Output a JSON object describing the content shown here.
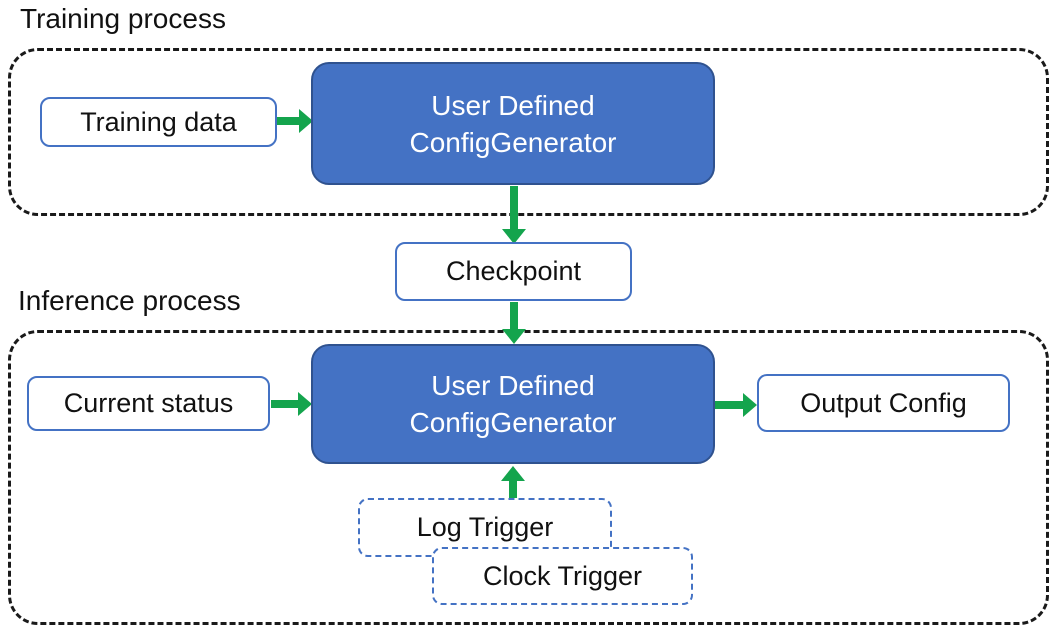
{
  "colors": {
    "generator_fill": "#4472C4",
    "generator_border": "#2F528F",
    "io_box_border": "#4472C4",
    "trigger_border": "#4472C4",
    "arrow_green": "#14A44D",
    "container_border": "#1a1a1a",
    "text": "#111111",
    "generator_text": "#FFFFFF"
  },
  "training": {
    "label": "Training process",
    "input_box": "Training data",
    "generator": {
      "line1": "User Defined",
      "line2": "ConfigGenerator"
    }
  },
  "checkpoint": {
    "label": "Checkpoint"
  },
  "inference": {
    "label": "Inference process",
    "input_box": "Current status",
    "generator": {
      "line1": "User Defined",
      "line2": "ConfigGenerator"
    },
    "output_box": "Output Config",
    "triggers": {
      "log": "Log Trigger",
      "clock": "Clock Trigger"
    }
  }
}
